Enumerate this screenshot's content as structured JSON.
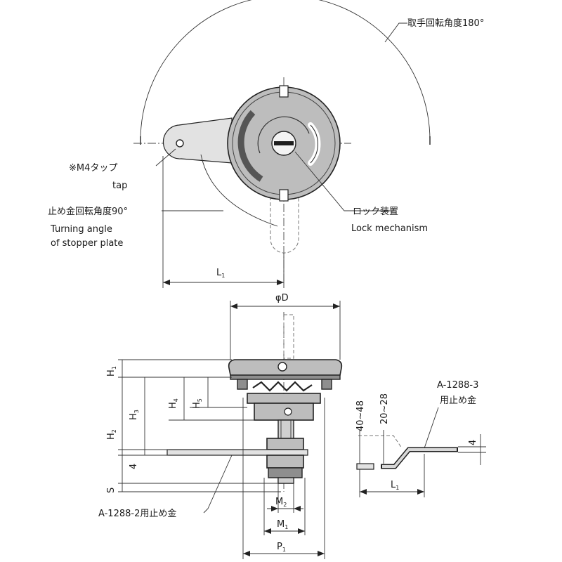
{
  "top_view": {
    "handle_angle": "取手回転角度180°",
    "tap_jp": "※M4タップ",
    "tap_en": "tap",
    "stopper_angle": "止め金回転角度90°",
    "turning_angle_1": "Turning angle",
    "turning_angle_2": "of stopper plate",
    "lock_jp": "ロック装置",
    "lock_en": "Lock mechanism",
    "l1": "L",
    "l1_sub": "1"
  },
  "side_view": {
    "phi_d": "φD",
    "h1": "H",
    "h1_sub": "1",
    "h2": "H",
    "h2_sub": "2",
    "h3": "H",
    "h3_sub": "3",
    "h4": "H",
    "h4_sub": "4",
    "h5": "H",
    "h5_sub": "5",
    "four_left": "4",
    "s": "S",
    "plate_label": "A-1288-2用止め金",
    "m2": "M",
    "m2_sub": "2",
    "m1": "M",
    "m1_sub": "1",
    "p1": "P",
    "p1_sub": "1"
  },
  "stopper_view": {
    "part_no": "A-1288-3",
    "part_jp": "用止め金",
    "range_40_48": "40~48",
    "range_20_28": "20~28",
    "four_right": "4",
    "l1": "L",
    "l1_sub": "1"
  }
}
